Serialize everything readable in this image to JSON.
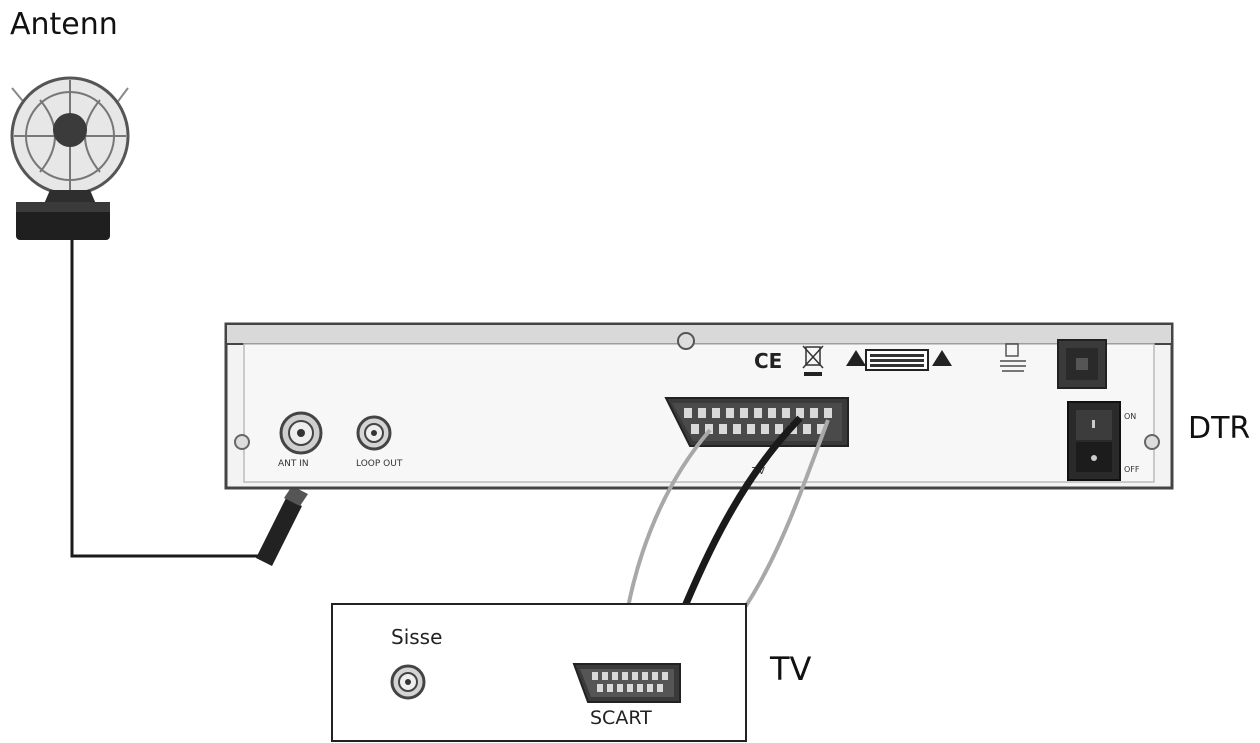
{
  "labels": {
    "antenna": "Antenn",
    "receiver": "DTR",
    "tv": "TV",
    "tv_input": "Sisse",
    "tv_scart": "SCART",
    "ant_in": "ANT IN",
    "loop_out": "LOOP OUT",
    "scart_tv": "TV",
    "switch_on": "ON",
    "switch_off": "OFF",
    "ce_mark": "CE"
  },
  "colors": {
    "outline": "#4a4a4a",
    "panel_fill": "#f1f1f1",
    "panel_edge": "#d8d8d8",
    "cable_main": "#1a1a1a",
    "cable_side": "#a8a8a8"
  }
}
